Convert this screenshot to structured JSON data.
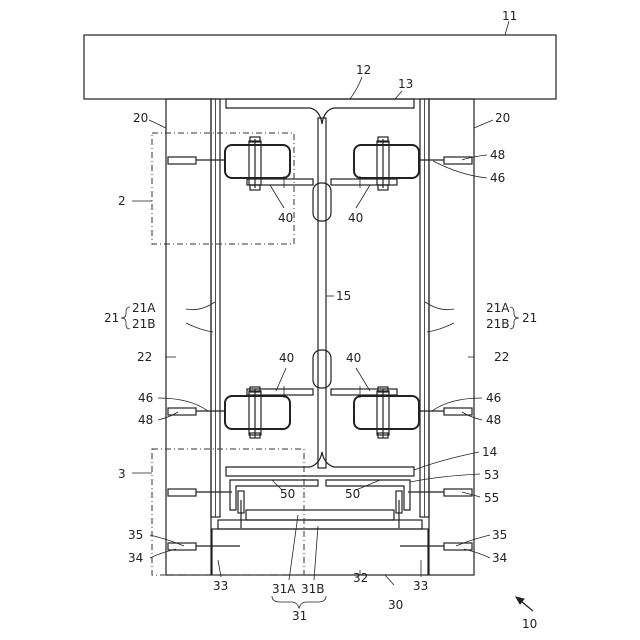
{
  "figure": {
    "reference_labels": {
      "beam": "11",
      "girder": "12",
      "top_flange": "13",
      "bottom_flange": "14",
      "web": "15",
      "cover_left": "20",
      "cover_right": "20",
      "detail_2": "2",
      "detail_3": "3",
      "panel_group_left": "21",
      "panel_group_right": "21",
      "panel_21a_left": "21A",
      "panel_21b_left": "21B",
      "panel_21a_right": "21A",
      "panel_21b_right": "21B",
      "outer_left": "22",
      "outer_right": "22",
      "clip_tl": "40",
      "clip_tr": "40",
      "clip_bl": "40",
      "clip_br": "40",
      "anchor_46_tr": "46",
      "anchor_48_tr": "48",
      "anchor_46_bl": "46",
      "anchor_48_bl": "48",
      "anchor_46_br": "46",
      "anchor_48_br": "48",
      "bracket_l": "50",
      "bracket_r": "50",
      "anchor_53": "53",
      "anchor_55": "55",
      "anchor_35_l": "35",
      "anchor_34_l": "34",
      "anchor_35_r": "35",
      "anchor_34_r": "34",
      "base_33_l": "33",
      "base_33_r": "33",
      "plate_31a": "31A",
      "plate_31b": "31B",
      "plate_31": "31",
      "base_32": "32",
      "base_30": "30",
      "assembly": "10"
    }
  }
}
